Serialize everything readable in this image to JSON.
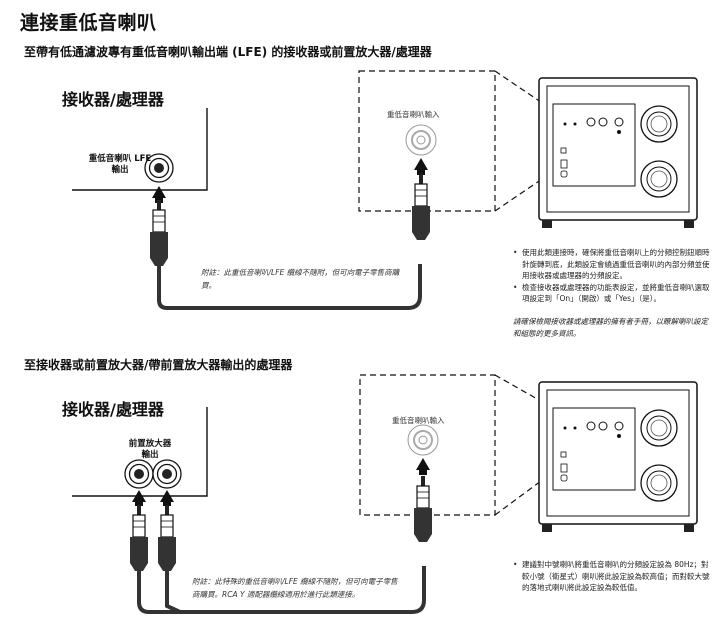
{
  "title": "連接重低音喇叭",
  "section1": {
    "heading": "至帶有低通濾波專有重低音喇叭輸出端 (LFE) 的接收器或前置放大器/處理器",
    "receiver_label": "接收器/處理器",
    "output_label": "重低音喇叭 LFE\n輸出",
    "input_label": "重低音喇叭輸入",
    "cable_note": "附註：此重低音喇叭/LFE 纜線不隨附，但可向電子零售商購買。",
    "bullets": [
      "使用此類連接時，確保將重低音喇叭上的分頻控制鈕順時針旋轉到底，此類設定會繞過重低音喇叭的內部分頻並使用接收器或處理器的分頻設定。",
      "檢查接收器或處理器的功能表設定，並將重低音喇叭選取項設定到「On」（開啟）或「Yes」（是）。"
    ],
    "manual_note": "請確保檢閱接收器或處理器的擁有者手冊，以瞭解喇叭設定和組態的更多資訊。"
  },
  "section2": {
    "heading": "至接收器或前置放大器/帶前置放大器輸出的處理器",
    "receiver_label": "接收器/處理器",
    "output_label": "前置放大器\n輸出",
    "input_label": "重低音喇叭輸入",
    "cable_note": "附註：此特殊的重低音喇叭/LFE 纜線不隨附，但可向電子零售商購買。RCA Y 適配器纜線適用於進行此類連接。",
    "bullets": [
      "建議對中號喇叭將重低音喇叭的分頻設定設為 80Hz；對較小號（衛星式）喇叭將此設定設為較高值；而對較大號的落地式喇叭將此設定設為較低值。"
    ]
  }
}
